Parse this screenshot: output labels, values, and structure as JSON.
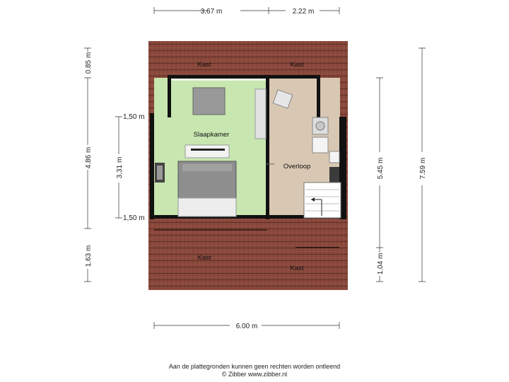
{
  "dimensions": {
    "top_left": "3.67 m",
    "top_right": "2.22 m",
    "bottom": "6.00 m",
    "left_top": "0.85 m",
    "left_middle": "4.86 m",
    "left_bottom": "1.63 m",
    "inner_left_middle": "3.31 m",
    "inner_top": "1,50 m",
    "inner_bottom": "1,50 m",
    "right_inner_middle": "5.45 m",
    "right_inner_bottom": "1.04 m",
    "right_outer": "7.59 m"
  },
  "rooms": {
    "kast_top_left": "Kast",
    "kast_top_right": "Kast",
    "slaapkamer": "Slaapkamer",
    "overloop": "Overloop",
    "kast_bottom_left": "Kast",
    "kast_bottom_right": "Kast"
  },
  "colors": {
    "roof": "#8b4a3d",
    "bedroom": "#c8e6b0",
    "landing": "#d8c7b2",
    "wall": "#111111"
  },
  "footer": {
    "line1": "Aan de plattegronden kunnen geen rechten worden ontleend",
    "line2": "© Zibber www.zibber.nl"
  }
}
